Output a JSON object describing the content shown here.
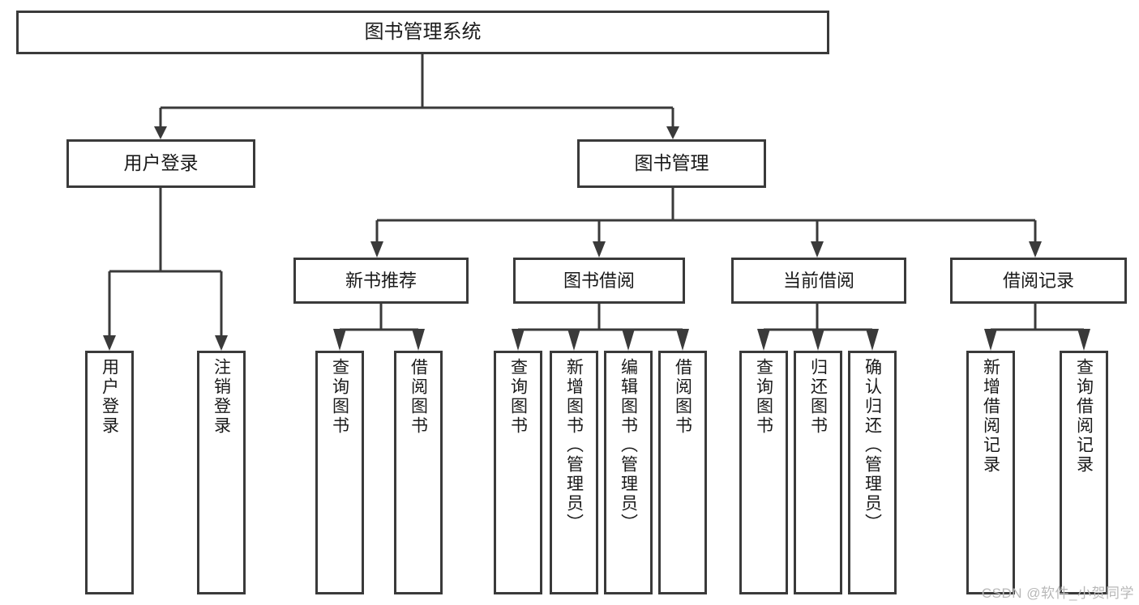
{
  "diagram": {
    "kind": "tree-hierarchy-chart",
    "root": {
      "label": "图书管理系统"
    },
    "level1": [
      {
        "id": "user-login",
        "label": "用户登录"
      },
      {
        "id": "book-management",
        "label": "图书管理"
      }
    ],
    "level2": [
      {
        "id": "new-book-recommend",
        "label": "新书推荐",
        "parent": "book-management"
      },
      {
        "id": "book-borrow",
        "label": "图书借阅",
        "parent": "book-management"
      },
      {
        "id": "current-borrow",
        "label": "当前借阅",
        "parent": "book-management"
      },
      {
        "id": "borrow-record",
        "label": "借阅记录",
        "parent": "book-management"
      }
    ],
    "leaves": {
      "user-login": [
        {
          "id": "leaf-user-login",
          "label": "用户登录"
        },
        {
          "id": "leaf-user-logout",
          "label": "注销登录"
        }
      ],
      "new-book-recommend": [
        {
          "id": "leaf-query-book-1",
          "label": "查询图书"
        },
        {
          "id": "leaf-borrow-book-1",
          "label": "借阅图书"
        }
      ],
      "book-borrow": [
        {
          "id": "leaf-query-book-2",
          "label": "查询图书"
        },
        {
          "id": "leaf-add-book",
          "label": "新增图书（管理员）"
        },
        {
          "id": "leaf-edit-book",
          "label": "编辑图书（管理员）"
        },
        {
          "id": "leaf-borrow-book-2",
          "label": "借阅图书"
        }
      ],
      "current-borrow": [
        {
          "id": "leaf-query-book-3",
          "label": "查询图书"
        },
        {
          "id": "leaf-return-book",
          "label": "归还图书"
        },
        {
          "id": "leaf-confirm-return",
          "label": "确认归还（管理员）"
        }
      ],
      "borrow-record": [
        {
          "id": "leaf-add-record",
          "label": "新增借阅记录"
        },
        {
          "id": "leaf-query-record",
          "label": "查询借阅记录"
        }
      ]
    }
  },
  "watermark": {
    "text": "CSDN @软件_小贺同学"
  },
  "colors": {
    "stroke": "#3a3a3a",
    "fill": "#ffffff",
    "text": "#1a1a1a",
    "watermark": "#b8b8b8"
  }
}
